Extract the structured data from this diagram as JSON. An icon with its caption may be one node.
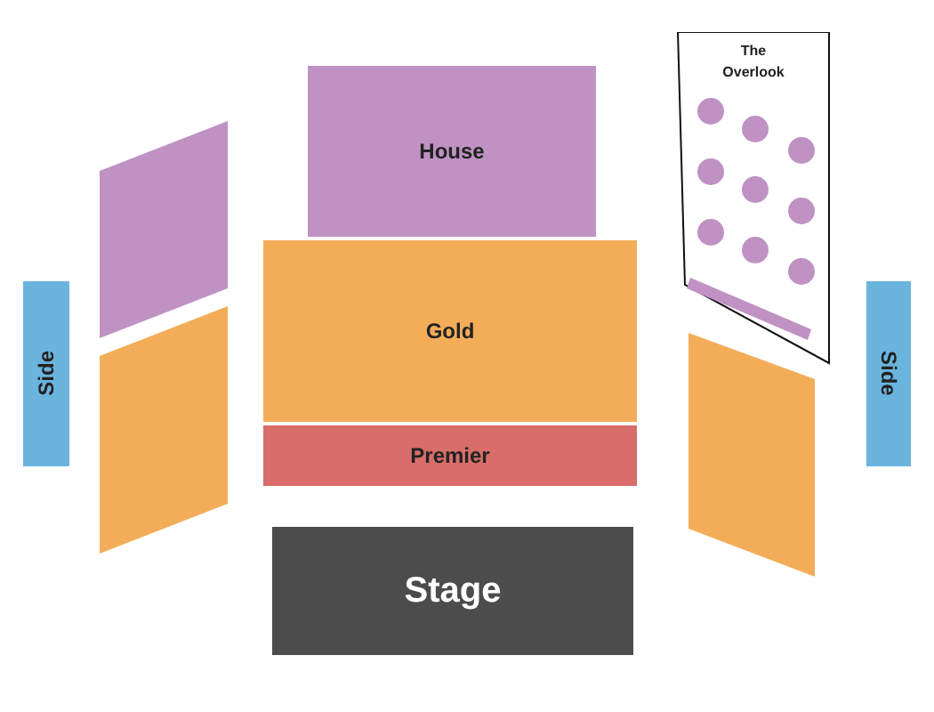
{
  "diagram": {
    "nodes": [
      {
        "text": [
          "House"
        ]
      },
      {
        "text": [
          "The Overlook"
        ]
      },
      {
        "text": [],
        "shape": "circle",
        "in": 1
      },
      {
        "text": [],
        "shape": "circle",
        "in": 1
      },
      {
        "text": [],
        "shape": "circle",
        "in": 1
      },
      {
        "text": [],
        "shape": "circle",
        "in": 1
      },
      {
        "text": [],
        "shape": "circle",
        "in": 1
      },
      {
        "text": [],
        "shape": "circle",
        "in": 1
      },
      {
        "text": [],
        "shape": "circle",
        "in": 1
      },
      {
        "text": [],
        "shape": "circle",
        "in": 1
      },
      {
        "text": [],
        "shape": "circle",
        "in": 1
      },
      {
        "text": [],
        "shape": "bar",
        "in": 1
      },
      {
        "text": [],
        "shape": "box"
      },
      {
        "text": [
          "Side"
        ]
      },
      {
        "text": [
          "Gold"
        ]
      },
      {
        "text": [],
        "shape": "box"
      },
      {
        "text": [],
        "shape": "box"
      },
      {
        "text": [
          "Side"
        ]
      },
      {
        "text": [
          "Premier"
        ]
      },
      {
        "text": [
          "Stage"
        ]
      }
    ]
  }
}
